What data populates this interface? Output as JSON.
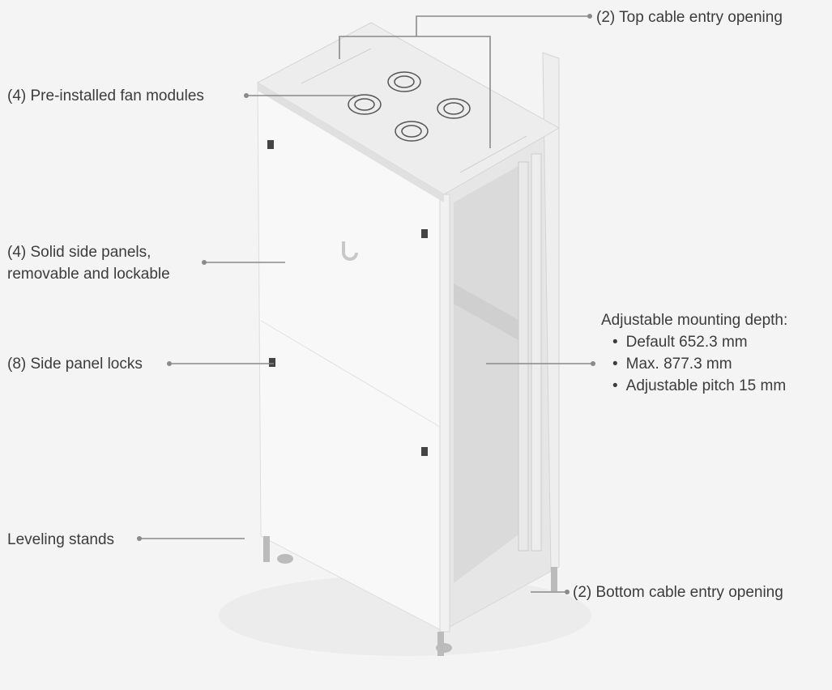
{
  "callouts": {
    "top_cable": "(2) Top cable entry opening",
    "fans": "(4) Pre-installed fan modules",
    "side_panels_line1": "(4) Solid side panels,",
    "side_panels_line2": "removable and lockable",
    "locks": "(8) Side panel locks",
    "leveling": "Leveling stands",
    "depth": {
      "title": "Adjustable mounting depth:",
      "items": [
        "Default 652.3 mm",
        "Max. 877.3 mm",
        "Adjustable pitch 15 mm"
      ]
    },
    "bottom_cable": "(2) Bottom cable entry opening"
  },
  "colors": {
    "background": "#f4f4f4",
    "leader": "#8a8a8a",
    "text": "#3c3c3c"
  }
}
